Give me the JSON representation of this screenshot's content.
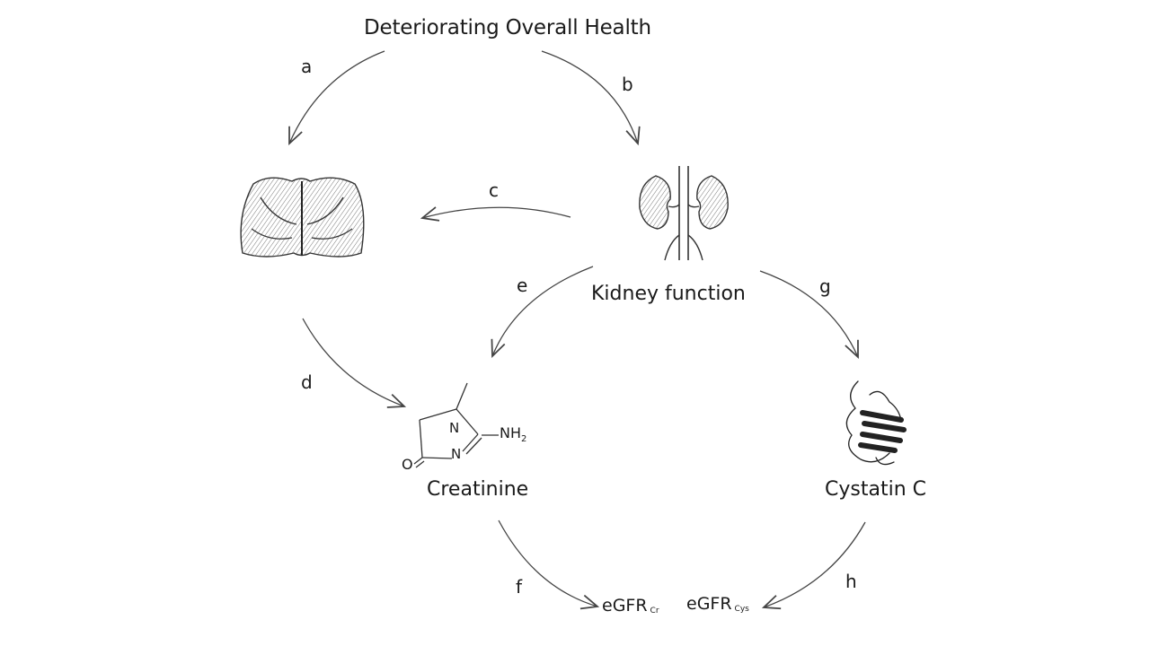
{
  "title": "Deteriorating Overall Health",
  "nodes": {
    "kidney": "Kidney function",
    "creatinine": "Creatinine",
    "cystatin": "Cystatin C"
  },
  "creatinine_atoms": {
    "amine": "NH",
    "amine_sub": "2",
    "nitrogen": "N",
    "oxygen": "O"
  },
  "egfr": {
    "cr": {
      "main": "eGFR",
      "sub": "Cr"
    },
    "cys": {
      "main": "eGFR",
      "sub": "Cys"
    }
  },
  "edges": [
    "a",
    "b",
    "c",
    "d",
    "e",
    "f",
    "g",
    "h"
  ],
  "icons": {
    "muscle": "muscle-back-illustration",
    "kidney": "kidney-illustration",
    "creatinine": "creatinine-molecule",
    "cystatin": "cystatin-protein-ribbon"
  },
  "colors": {
    "ink": "#1a1a1a",
    "arrow": "#444444"
  }
}
